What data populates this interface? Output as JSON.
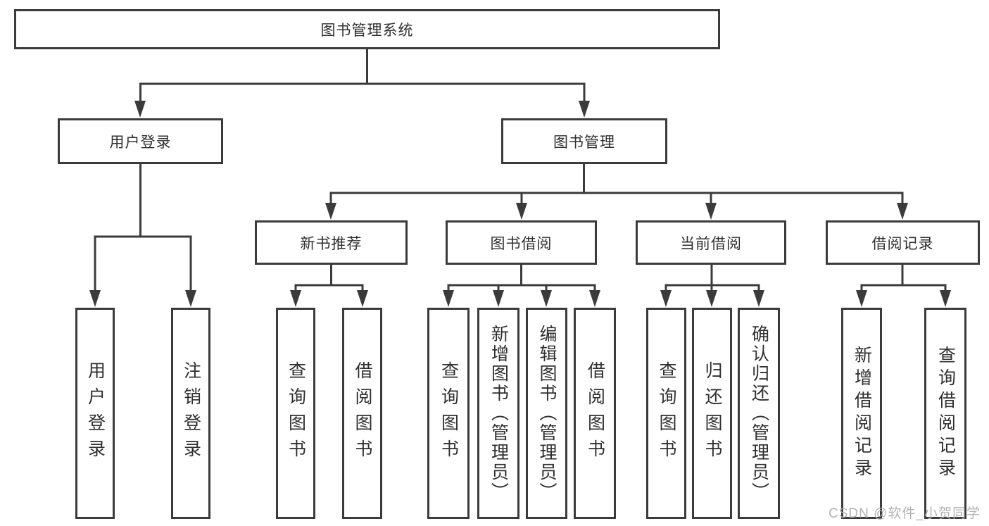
{
  "colors": {
    "line": "#3b3b3b",
    "text": "#2f2f2f",
    "box_background": "#ffffff",
    "watermark": "#b3b3b3"
  },
  "tree": {
    "root": {
      "label": "图书管理系统"
    },
    "branches": [
      {
        "label": "用户登录",
        "children": [
          {
            "label": "用户登录"
          },
          {
            "label": "注销登录"
          }
        ]
      },
      {
        "label": "图书管理",
        "children": [
          {
            "label": "新书推荐",
            "children": [
              {
                "label": "查询图书"
              },
              {
                "label": "借阅图书"
              }
            ]
          },
          {
            "label": "图书借阅",
            "children": [
              {
                "label": "查询图书"
              },
              {
                "label": "新增图书（管理员）"
              },
              {
                "label": "编辑图书（管理员）"
              },
              {
                "label": "借阅图书"
              }
            ]
          },
          {
            "label": "当前借阅",
            "children": [
              {
                "label": "查询图书"
              },
              {
                "label": "归还图书"
              },
              {
                "label": "确认归还（管理员）"
              }
            ]
          },
          {
            "label": "借阅记录",
            "children": [
              {
                "label": "新增借阅记录"
              },
              {
                "label": "查询借阅记录"
              }
            ]
          }
        ]
      }
    ]
  },
  "watermark": {
    "text": "CSDN @软件_小贺同学"
  }
}
